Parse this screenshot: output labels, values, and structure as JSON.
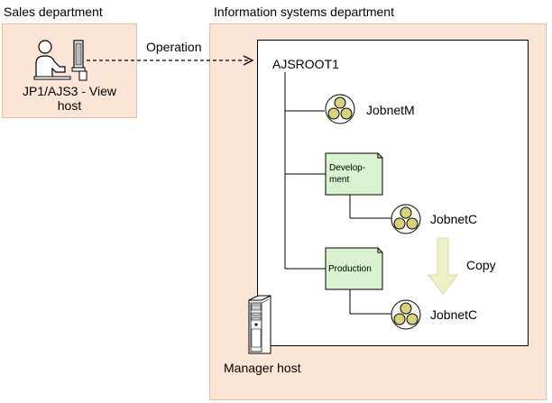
{
  "sales_department": {
    "label": "Sales department",
    "host_label": "JP1/AJS3 - View\nhost"
  },
  "info_department": {
    "label": "Information systems department",
    "manager_host_label": "Manager host"
  },
  "operation_label": "Operation",
  "tree": {
    "root": "AJSROOT1",
    "jobnet_m": "JobnetM",
    "development_folder": "Develop-\nment",
    "development_jobnet": "JobnetC",
    "production_folder": "Production",
    "production_jobnet": "JobnetC"
  },
  "copy_label": "Copy",
  "colors": {
    "region_fill": "#fbe5d6",
    "folder_fill": "#d9f2d0",
    "jobnet_fill": "#d9d27a",
    "arrow_fill": "#f0f0c8"
  }
}
